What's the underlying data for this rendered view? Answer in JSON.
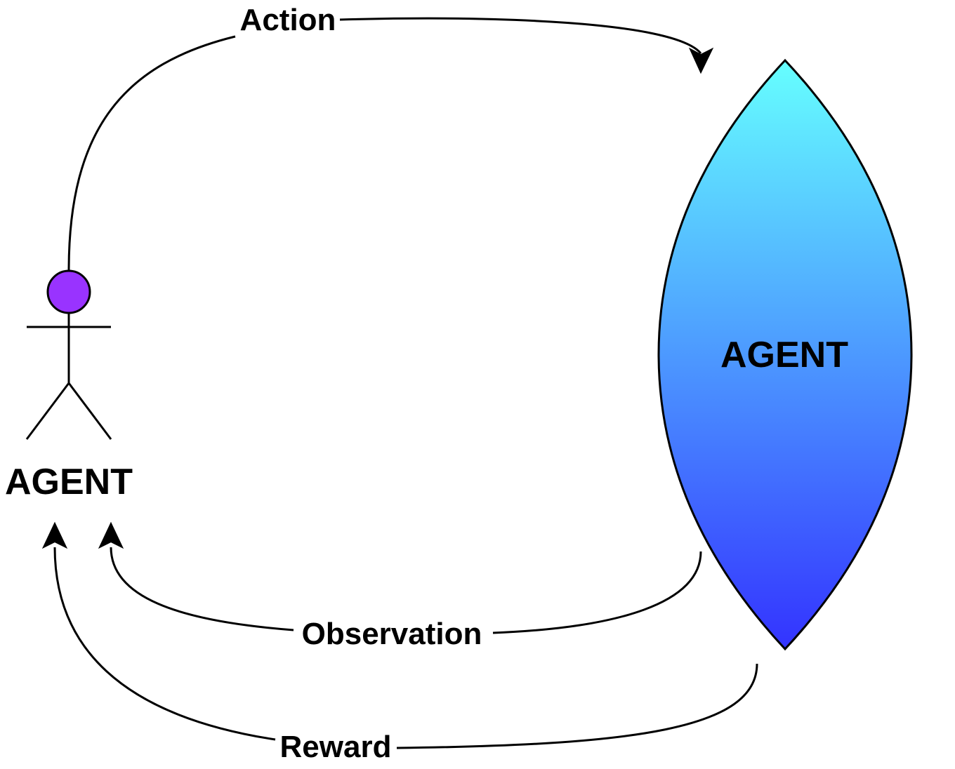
{
  "actor": {
    "label": "AGENT",
    "head_color": "#9933ff"
  },
  "environment": {
    "label": "AGENT",
    "gradient_top": "#66ffff",
    "gradient_bottom": "#3333ff"
  },
  "edges": {
    "action": {
      "label": "Action"
    },
    "observation": {
      "label": "Observation"
    },
    "reward": {
      "label": "Reward"
    }
  },
  "colors": {
    "stroke": "#000000",
    "background": "#ffffff"
  }
}
